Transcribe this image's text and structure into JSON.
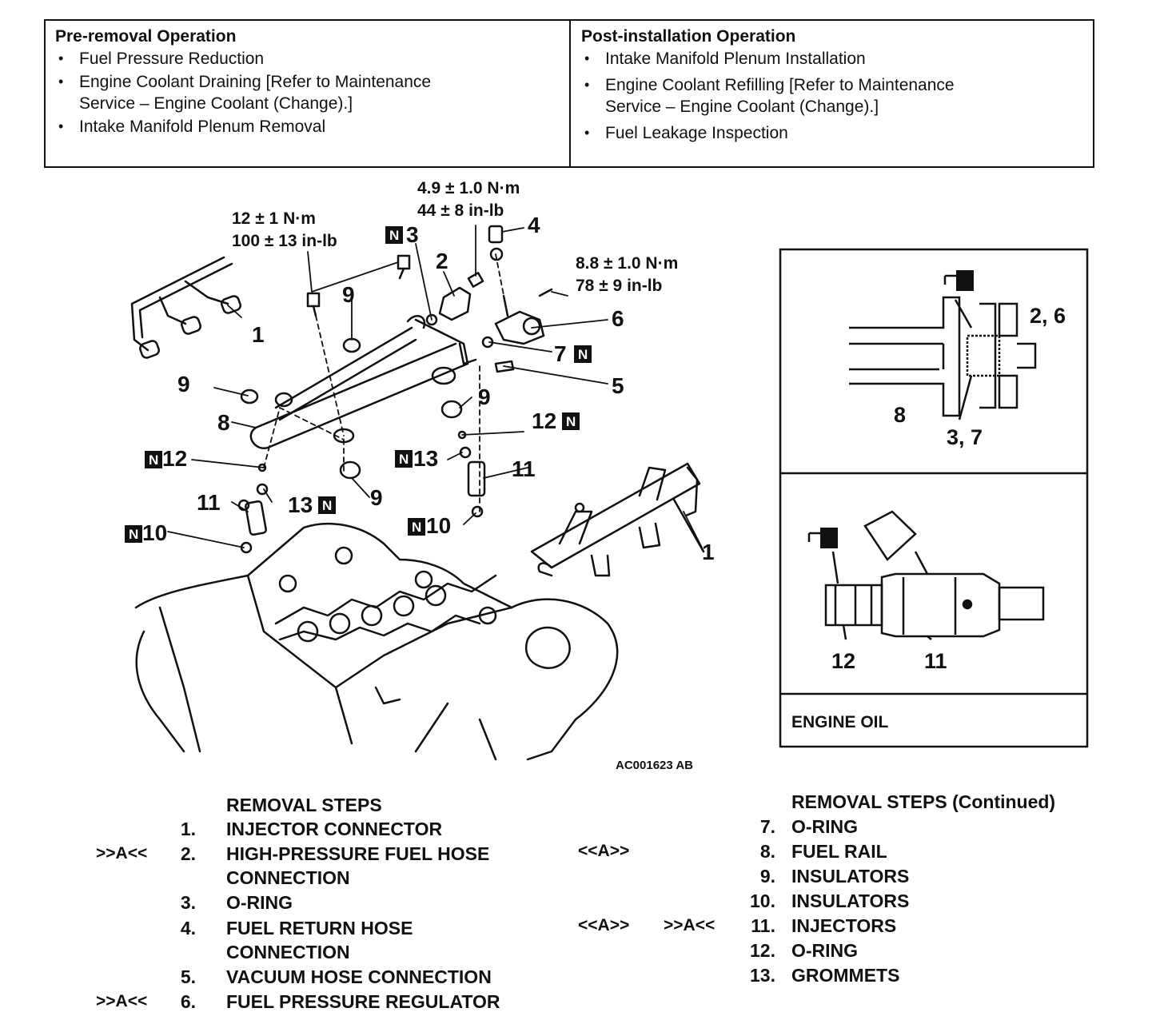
{
  "pre_removal": {
    "title": "Pre-removal Operation",
    "items": [
      "Fuel Pressure Reduction",
      "Engine Coolant Draining [Refer to Maintenance\nService – Engine Coolant (Change).]",
      "Intake Manifold Plenum Removal"
    ]
  },
  "post_installation": {
    "title": "Post-installation Operation",
    "items": [
      "Intake Manifold Plenum Installation",
      "Engine Coolant Refilling [Refer to Maintenance\nService – Engine Coolant (Change).]",
      "Fuel Leakage Inspection"
    ]
  },
  "torque": {
    "t1a": "12 ± 1 N·m",
    "t1b": "100 ± 13 in-lb",
    "t2a": "4.9 ± 1.0 N·m",
    "t2b": "44 ± 8 in-lb",
    "t3a": "8.8 ± 1.0 N·m",
    "t3b": "78 ± 9 in-lb"
  },
  "callouts": {
    "c1": "1",
    "c1b": "1",
    "c2": "2",
    "c3": "3",
    "c4": "4",
    "c5": "5",
    "c6": "6",
    "c7": "7",
    "c8": "8",
    "c9a": "9",
    "c9b": "9",
    "c9c": "9",
    "c9d": "9",
    "c10a": "10",
    "c10b": "10",
    "c11a": "11",
    "c11b": "11",
    "c12a": "12",
    "c12b": "12",
    "c13a": "13",
    "c13b": "13",
    "n_badge": "N"
  },
  "detail_top": {
    "label_26": "2, 6",
    "label_8": "8",
    "label_37": "3, 7"
  },
  "detail_bottom": {
    "label_12": "12",
    "label_11": "11",
    "caption": "ENGINE OIL"
  },
  "figure_code": "AC001623 AB",
  "removal_steps": {
    "title": "REMOVAL STEPS",
    "steps": [
      {
        "mark": "",
        "num": "1.",
        "text": "INJECTOR CONNECTOR"
      },
      {
        "mark": ">>A<<",
        "num": "2.",
        "text": "HIGH-PRESSURE FUEL HOSE\nCONNECTION"
      },
      {
        "mark": "",
        "num": "3.",
        "text": "O-RING"
      },
      {
        "mark": "",
        "num": "4.",
        "text": "FUEL RETURN HOSE\nCONNECTION"
      },
      {
        "mark": "",
        "num": "5.",
        "text": "VACUUM HOSE CONNECTION"
      },
      {
        "mark": ">>A<<",
        "num": "6.",
        "text": "FUEL PRESSURE REGULATOR"
      }
    ]
  },
  "removal_steps_cont": {
    "title": "REMOVAL STEPS (Continued)",
    "steps": [
      {
        "mark1": "",
        "mark2": "",
        "num": "7.",
        "text": "O-RING"
      },
      {
        "mark1": "<<A>>",
        "mark2": "",
        "num": "8.",
        "text": "FUEL RAIL"
      },
      {
        "mark1": "",
        "mark2": "",
        "num": "9.",
        "text": "INSULATORS"
      },
      {
        "mark1": "",
        "mark2": "",
        "num": "10.",
        "text": "INSULATORS"
      },
      {
        "mark1": "<<A>>",
        "mark2": ">>A<<",
        "num": "11.",
        "text": "INJECTORS"
      },
      {
        "mark1": "",
        "mark2": "",
        "num": "12.",
        "text": "O-RING"
      },
      {
        "mark1": "",
        "mark2": "",
        "num": "13.",
        "text": "GROMMETS"
      }
    ]
  }
}
